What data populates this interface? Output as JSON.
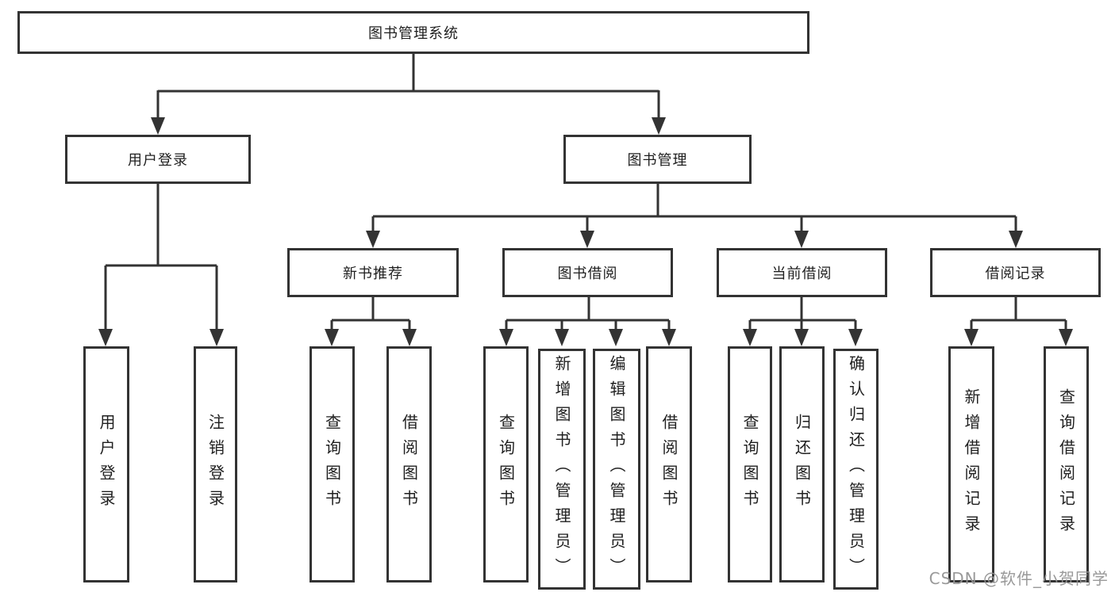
{
  "diagram": {
    "watermark": "CSDN @软件_小贺同学",
    "colors": {
      "line": "#333333",
      "text": "#1f1f1f",
      "background": "#ffffff",
      "watermark": "#949494"
    },
    "root": {
      "label": "图书管理系统"
    },
    "branches": [
      {
        "label": "用户登录",
        "children": [
          {
            "label": "用户登录"
          },
          {
            "label": "注销登录"
          }
        ]
      },
      {
        "label": "图书管理",
        "children": [
          {
            "label": "新书推荐",
            "children": [
              {
                "label": "查询图书"
              },
              {
                "label": "借阅图书"
              }
            ]
          },
          {
            "label": "图书借阅",
            "children": [
              {
                "label": "查询图书"
              },
              {
                "label": "新增图书（管理员）"
              },
              {
                "label": "编辑图书（管理员）"
              },
              {
                "label": "借阅图书"
              }
            ]
          },
          {
            "label": "当前借阅",
            "children": [
              {
                "label": "查询图书"
              },
              {
                "label": "归还图书"
              },
              {
                "label": "确认归还（管理员）"
              }
            ]
          },
          {
            "label": "借阅记录",
            "children": [
              {
                "label": "新增借阅记录"
              },
              {
                "label": "查询借阅记录"
              }
            ]
          }
        ]
      }
    ]
  }
}
